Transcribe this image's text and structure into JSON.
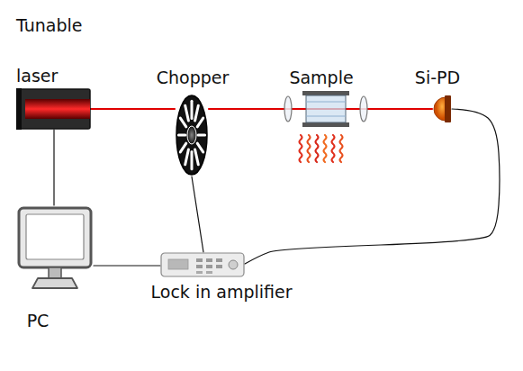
{
  "diagram": {
    "nodes": [
      {
        "text": [
          "Tunable laser"
        ]
      },
      {
        "text": [
          "Chopper"
        ]
      },
      {
        "text": [
          "Sample"
        ]
      },
      {
        "text": [
          "Si-PD"
        ]
      },
      {
        "text": [
          "PC"
        ]
      },
      {
        "text": [
          "Lock in amplifier"
        ]
      }
    ],
    "edges": [
      {
        "from": 0,
        "to": 1,
        "arrow": "none"
      },
      {
        "from": 1,
        "to": 2,
        "arrow": "none"
      },
      {
        "from": 2,
        "to": 3,
        "arrow": "none"
      },
      {
        "from": 0,
        "to": 4,
        "arrow": "none"
      },
      {
        "from": 1,
        "to": 5,
        "arrow": "none"
      },
      {
        "from": 3,
        "to": 5,
        "arrow": "none"
      },
      {
        "from": 4,
        "to": 5,
        "arrow": "none"
      }
    ]
  }
}
